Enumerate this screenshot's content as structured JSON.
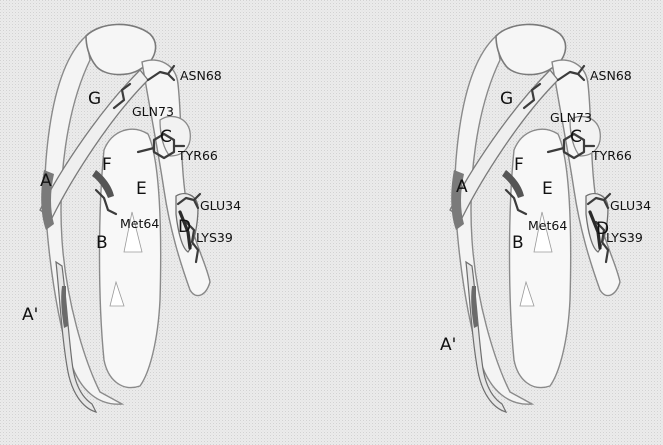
{
  "panels": [
    {
      "id": "left",
      "strands": {
        "A": "A",
        "A_prime": "A'",
        "B": "B",
        "C": "C",
        "D": "D",
        "E": "E",
        "F": "F",
        "G": "G"
      },
      "residues": {
        "asn68": "ASN68",
        "gln73": "GLN73",
        "tyr66": "TYR66",
        "glu34": "GLU34",
        "lys39": "LYS39",
        "met64": "Met64"
      }
    },
    {
      "id": "right",
      "strands": {
        "A": "A",
        "A_prime": "A'",
        "B": "B",
        "C": "C",
        "D": "D",
        "E": "E",
        "F": "F",
        "G": "G"
      },
      "residues": {
        "asn68": "ASN68",
        "gln73": "GLN73",
        "tyr66": "TYR66",
        "glu34": "GLU34",
        "lys39": "LYS39",
        "met64": "Met64"
      }
    }
  ],
  "colors": {
    "background": "#ebebeb",
    "ribbon_fill": "#f4f4f4",
    "ribbon_stroke": "#8a8a8a",
    "ribbon_dark": "#666666",
    "side_chain": "#3c3c3c",
    "label": "#111111"
  }
}
